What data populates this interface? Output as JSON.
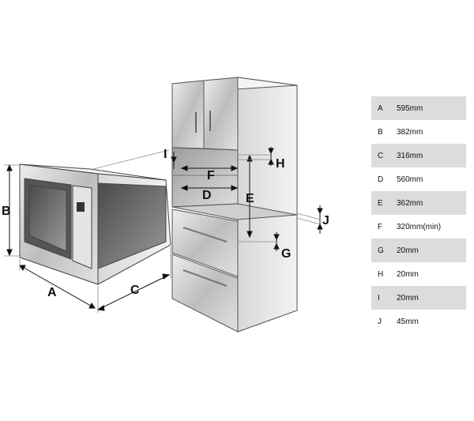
{
  "diagram": {
    "labels": {
      "A": "A",
      "B": "B",
      "C": "C",
      "D": "D",
      "E": "E",
      "F": "F",
      "G": "G",
      "H": "H",
      "I": "I",
      "J": "J"
    }
  },
  "specs": [
    {
      "key": "A",
      "value": "595mm"
    },
    {
      "key": "B",
      "value": "382mm"
    },
    {
      "key": "C",
      "value": "316mm"
    },
    {
      "key": "D",
      "value": "560mm"
    },
    {
      "key": "E",
      "value": "362mm"
    },
    {
      "key": "F",
      "value": "320mm(min)"
    },
    {
      "key": "G",
      "value": "20mm"
    },
    {
      "key": "H",
      "value": "20mm"
    },
    {
      "key": "I",
      "value": "20mm"
    },
    {
      "key": "J",
      "value": "45mm"
    }
  ]
}
